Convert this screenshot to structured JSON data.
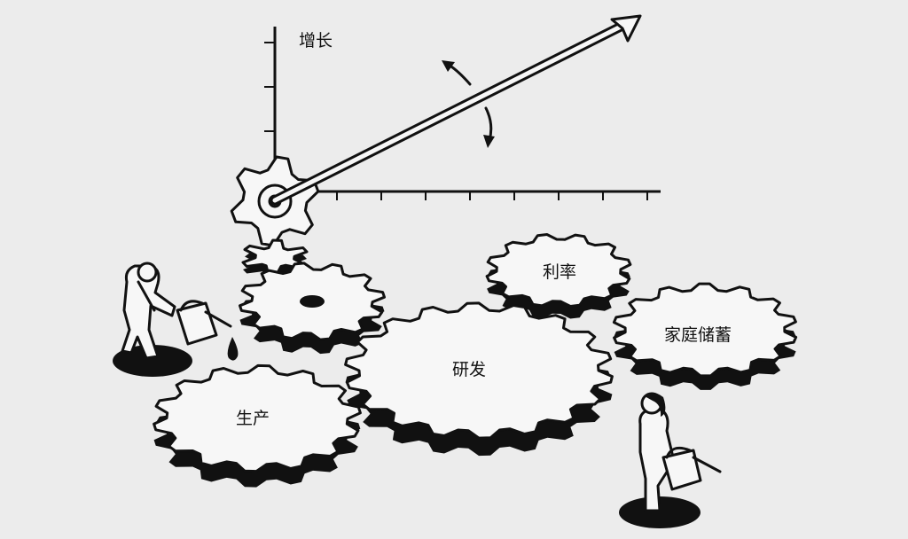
{
  "labels": {
    "growth": "增长",
    "interest_rate": "利率",
    "household_savings": "家庭储蓄",
    "research": "研发",
    "production": "生产"
  },
  "colors": {
    "background": "#ececec",
    "ink": "#111111",
    "gear_face": "#f7f7f7"
  },
  "icons": [
    "growth-arrow-icon",
    "rotation-arrow-icon",
    "gear-icon",
    "oil-can-icon",
    "oil-drop-icon",
    "worker-figure-icon"
  ]
}
